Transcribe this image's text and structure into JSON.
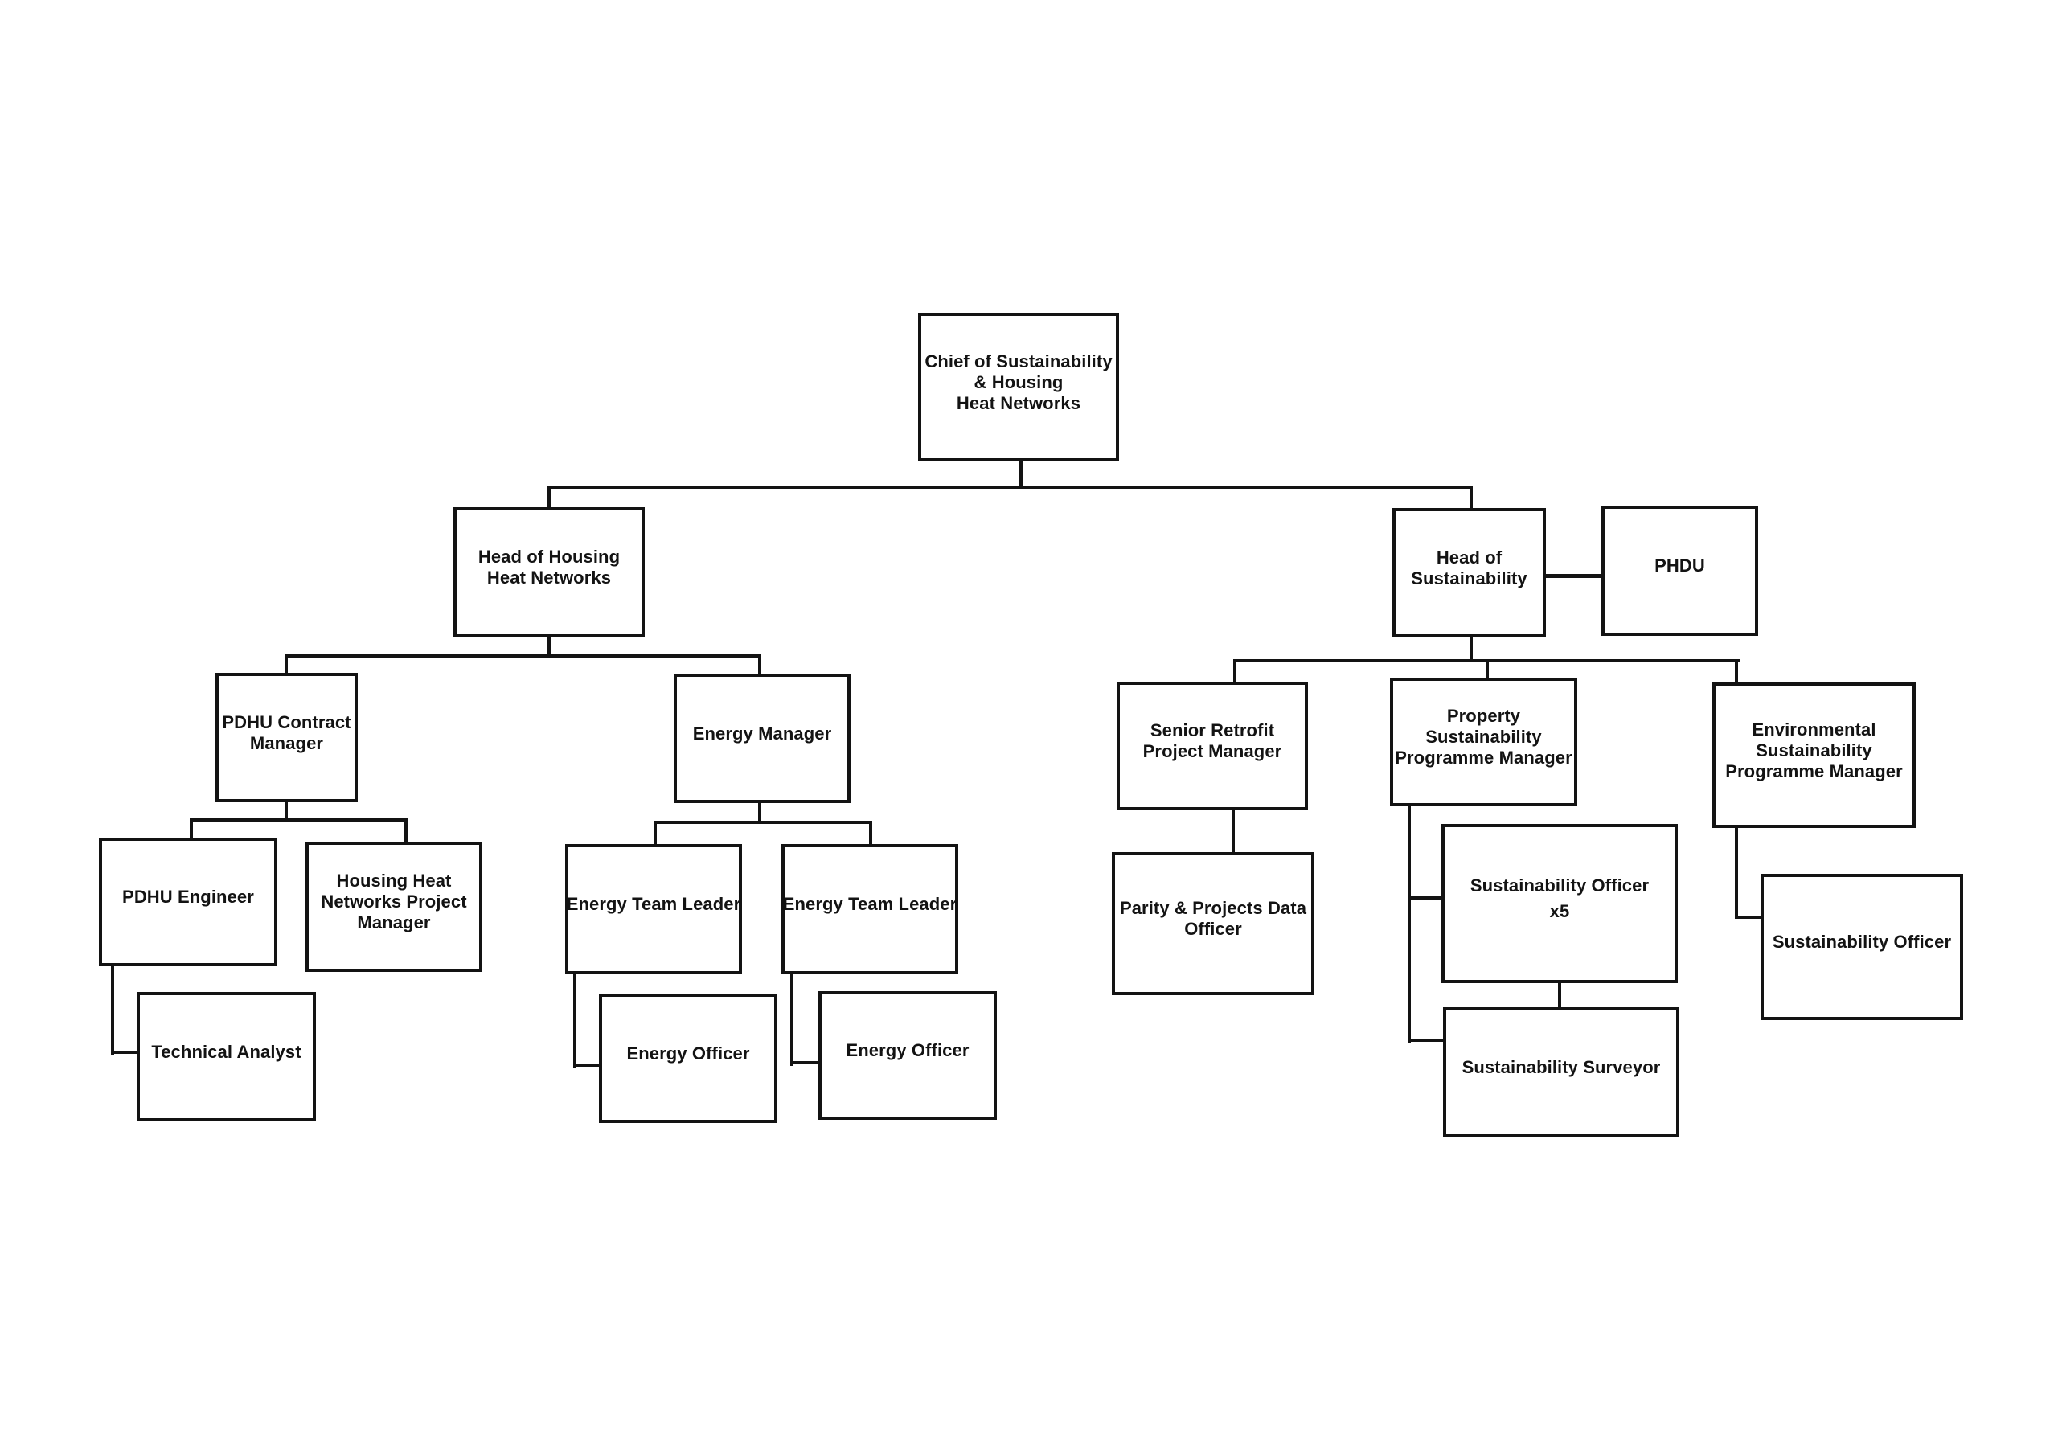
{
  "page": {
    "background_color": "#ffffff",
    "line_color": "#131313",
    "box_fill": "#ffffff",
    "box_border_color": "#131313",
    "text_color": "#131313"
  },
  "org_chart": {
    "type": "organisation-chart",
    "nodes": [
      {
        "id": "chief",
        "label": "Chief of Sustainability\n& Housing\nHeat Networks",
        "reports_to": null
      },
      {
        "id": "head-housing",
        "label": "Head of Housing\nHeat Networks",
        "reports_to": "chief"
      },
      {
        "id": "head-sustainability",
        "label": "Head of\nSustainability",
        "reports_to": "chief"
      },
      {
        "id": "phdu",
        "label": "PHDU",
        "reports_to": null,
        "linked_to": "head-sustainability"
      },
      {
        "id": "pdhu-contract-manager",
        "label": "PDHU Contract\nManager",
        "reports_to": "head-housing"
      },
      {
        "id": "energy-manager",
        "label": "Energy Manager",
        "reports_to": "head-housing"
      },
      {
        "id": "senior-retrofit-pm",
        "label": "Senior Retrofit\nProject Manager",
        "reports_to": "head-sustainability"
      },
      {
        "id": "property-spm",
        "label": "Property\nSustainability\nProgramme Manager",
        "reports_to": "head-sustainability"
      },
      {
        "id": "environmental-spm",
        "label": "Environmental\nSustainability\nProgramme Manager",
        "reports_to": "head-sustainability"
      },
      {
        "id": "pdhu-engineer",
        "label": "PDHU Engineer",
        "reports_to": "pdhu-contract-manager"
      },
      {
        "id": "housing-hn-project-manager",
        "label": "Housing Heat\nNetworks Project\nManager",
        "reports_to": "pdhu-contract-manager"
      },
      {
        "id": "technical-analyst",
        "label": "Technical Analyst",
        "reports_to": "pdhu-engineer"
      },
      {
        "id": "energy-team-leader-1",
        "label": "Energy Team Leader",
        "reports_to": "energy-manager"
      },
      {
        "id": "energy-team-leader-2",
        "label": "Energy Team Leader",
        "reports_to": "energy-manager"
      },
      {
        "id": "energy-officer-1",
        "label": "Energy Officer",
        "reports_to": "energy-team-leader-1"
      },
      {
        "id": "energy-officer-2",
        "label": "Energy Officer",
        "reports_to": "energy-team-leader-2"
      },
      {
        "id": "parity-projects-data-officer",
        "label": "Parity & Projects Data\nOfficer",
        "reports_to": "senior-retrofit-pm"
      },
      {
        "id": "sustainability-officer-x5",
        "label": "Sustainability Officer\nx5",
        "reports_to": "property-spm"
      },
      {
        "id": "sustainability-surveyor",
        "label": "Sustainability Surveyor",
        "reports_to": "property-spm"
      },
      {
        "id": "sustainability-officer",
        "label": "Sustainability Officer",
        "reports_to": "environmental-spm"
      }
    ]
  }
}
